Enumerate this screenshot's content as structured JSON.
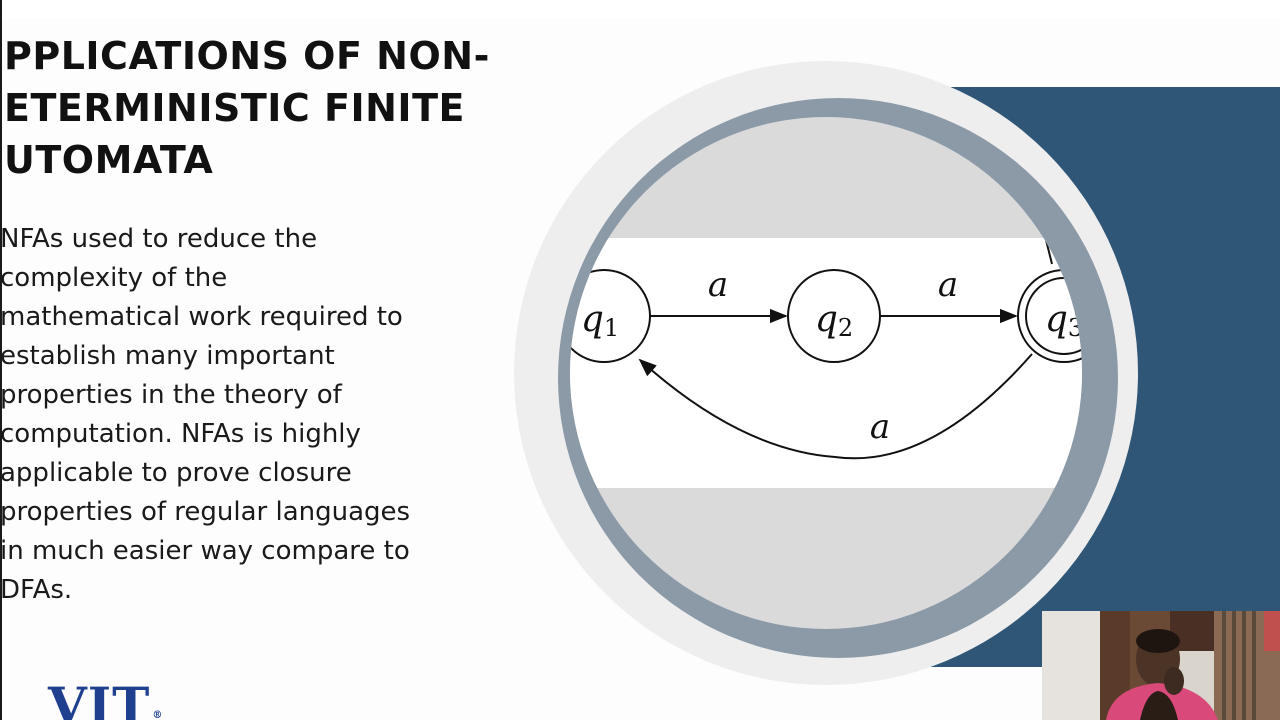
{
  "slide": {
    "title_lines": [
      "PPLICATIONS OF NON-",
      "ETERMINISTIC FINITE",
      "UTOMATA"
    ],
    "body_lines": [
      "NFAs used to reduce the",
      "complexity of the",
      "mathematical work required to",
      "establish many important",
      "properties in the theory of",
      "computation. NFAs is highly",
      "applicable to prove closure",
      "properties of regular languages",
      "in much easier way compare to",
      "DFAs."
    ],
    "logo": {
      "text": "VIT",
      "mark": "®"
    }
  },
  "diagram": {
    "states": [
      {
        "id": "q1",
        "var": "q",
        "sub": "1",
        "accepting": false
      },
      {
        "id": "q2",
        "var": "q",
        "sub": "2",
        "accepting": false
      },
      {
        "id": "q3",
        "var": "q",
        "sub": "3",
        "accepting": true
      }
    ],
    "transitions": [
      {
        "from": "q1",
        "to": "q2",
        "label": "a"
      },
      {
        "from": "q2",
        "to": "q3",
        "label": "a"
      },
      {
        "from": "q3",
        "to": "q1",
        "label": "a"
      },
      {
        "from": "q3",
        "to": "q3",
        "label": ""
      }
    ]
  },
  "colors": {
    "panel_blue": "#2f5677",
    "ring_grey": "#eeeeee",
    "ring_dark": "#8c9aa8",
    "inner_grey": "#dadada",
    "logo_blue": "#1f3f8f"
  },
  "webcam": {
    "icon": "presenter-video-feed"
  }
}
